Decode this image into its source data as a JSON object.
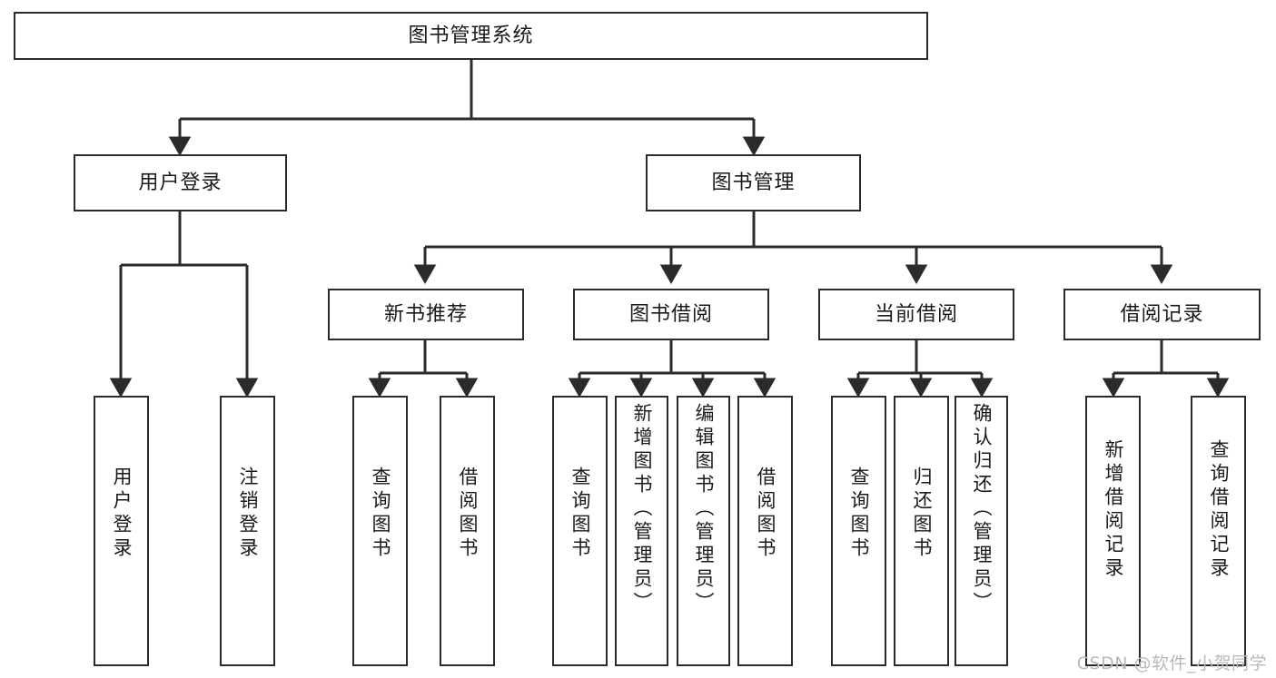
{
  "diagram": {
    "type": "tree",
    "title": "图书管理系统",
    "watermark": "CSDN @软件_小贺同学",
    "colors": {
      "stroke": "#2b2b2b",
      "fill": "#ffffff",
      "text": "#1a1a1a",
      "watermark": "#b9b9b9"
    },
    "nodes": {
      "root": {
        "label": "图书管理系统"
      },
      "level2": [
        {
          "id": "user-login",
          "label": "用户登录"
        },
        {
          "id": "book-manage",
          "label": "图书管理"
        }
      ],
      "level3": [
        {
          "id": "new-book-rec",
          "label": "新书推荐"
        },
        {
          "id": "book-borrow",
          "label": "图书借阅"
        },
        {
          "id": "current-borrow",
          "label": "当前借阅"
        },
        {
          "id": "borrow-record",
          "label": "借阅记录"
        }
      ],
      "leaves": [
        {
          "id": "leaf-user-login",
          "label": "用户登录",
          "parent": "user-login"
        },
        {
          "id": "leaf-logout-login",
          "label": "注销登录",
          "parent": "user-login"
        },
        {
          "id": "leaf-query-book-1",
          "label": "查询图书",
          "parent": "new-book-rec"
        },
        {
          "id": "leaf-borrow-book-1",
          "label": "借阅图书",
          "parent": "new-book-rec"
        },
        {
          "id": "leaf-query-book-2",
          "label": "查询图书",
          "parent": "book-borrow"
        },
        {
          "id": "leaf-add-book",
          "label": "新增图书（管理员）",
          "parent": "book-borrow"
        },
        {
          "id": "leaf-edit-book",
          "label": "编辑图书（管理员）",
          "parent": "book-borrow"
        },
        {
          "id": "leaf-borrow-book-2",
          "label": "借阅图书",
          "parent": "book-borrow"
        },
        {
          "id": "leaf-query-book-3",
          "label": "查询图书",
          "parent": "current-borrow"
        },
        {
          "id": "leaf-return-book",
          "label": "归还图书",
          "parent": "current-borrow"
        },
        {
          "id": "leaf-confirm-return",
          "label": "确认归还（管理员）",
          "parent": "current-borrow"
        },
        {
          "id": "leaf-add-record",
          "label": "新增借阅记录",
          "parent": "borrow-record"
        },
        {
          "id": "leaf-query-record",
          "label": "查询借阅记录",
          "parent": "borrow-record"
        }
      ]
    }
  }
}
